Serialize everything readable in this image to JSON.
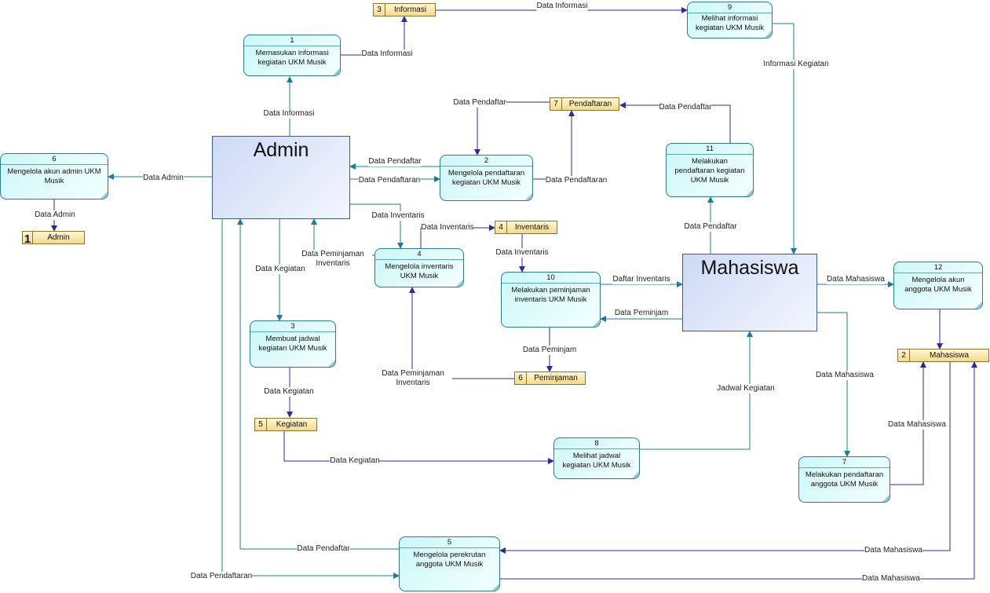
{
  "entities": {
    "admin": {
      "label": "Admin"
    },
    "mahasiswa": {
      "label": "Mahasiswa"
    }
  },
  "processes": {
    "p1": {
      "number": "1",
      "name": "Memasukan informasi kegiatan UKM Musik"
    },
    "p2": {
      "number": "2",
      "name": "Mengelola pendaftaran kegiatan UKM Musik"
    },
    "p3": {
      "number": "3",
      "name": "Membuat jadwal kegiatan UKM Musik"
    },
    "p4": {
      "number": "4",
      "name": "Mengelola inventaris UKM Musik"
    },
    "p5": {
      "number": "5",
      "name": "Mengelola perekrutan anggota UKM Musik"
    },
    "p6": {
      "number": "6",
      "name": "Mengelola akun admin UKM Musik"
    },
    "p7": {
      "number": "7",
      "name": "Melakukan pendaftaran anggota UKM Musik"
    },
    "p8": {
      "number": "8",
      "name": "Melihat jadwal kegiatan UKM Musik"
    },
    "p9": {
      "number": "9",
      "name": "Melihat informasi kegiatan UKM Musik"
    },
    "p10": {
      "number": "10",
      "name": "Melakukan peminjaman inventaris UKM Musik"
    },
    "p11": {
      "number": "11",
      "name": "Melakukan pendaftaran kegiatan UKM Musik"
    },
    "p12": {
      "number": "12",
      "name": "Mengelola akun anggota UKM Musik"
    }
  },
  "stores": {
    "s1": {
      "id": "1",
      "name": "Admin"
    },
    "s2": {
      "id": "2",
      "name": "Mahasiswa"
    },
    "s3": {
      "id": "3",
      "name": "Informasi"
    },
    "s4": {
      "id": "4",
      "name": "Inventaris"
    },
    "s5": {
      "id": "5",
      "name": "Kegiatan"
    },
    "s6": {
      "id": "6",
      "name": "Peminjaman"
    },
    "s7": {
      "id": "7",
      "name": "Pendaftaran"
    }
  },
  "flows": {
    "f01": "Data Informasi",
    "f02": "Data Informasi",
    "f03": "Data Informasi",
    "f04": "Informasi Kegiatan",
    "f05": "Data Pendaftar",
    "f06": "Data Pendaftar",
    "f07": "Data Pendaftar",
    "f08": "Data Pendaftaran",
    "f09": "Data Pendaftaran",
    "f10": "Data Pendaftar",
    "f11": "Data Admin",
    "f12": "Data Admin",
    "f13": "Data Inventaris",
    "f14": "Data Inventaris",
    "f15": "Data Inventaris",
    "f16": "Data Peminjaman Inventaris",
    "f17": "Data Kegiatan",
    "f18": "Data Kegiatan",
    "f19": "Data Kegiatan",
    "f20": "Daftar Inventaris",
    "f21": "Data Peminjam",
    "f22": "Data Peminjam",
    "f23": "Data Peminjaman Inventaris",
    "f24": "Jadwal Kegiatan",
    "f25": "Data Mahasiswa",
    "f26": "Data Mahasiswa",
    "f27": "Data Mahasiswa",
    "f28": "Data Mahasiswa",
    "f29": "Data Mahasiswa",
    "f30": "Data Pendaftar",
    "f31": "Data Pendaftaran"
  },
  "colors": {
    "flow_line": "#2b2b9e",
    "flow_line_teal": "#1b7d96",
    "entity_border": "#3a5a96",
    "process_border": "#2f7a8a",
    "store_border": "#8a7330"
  }
}
